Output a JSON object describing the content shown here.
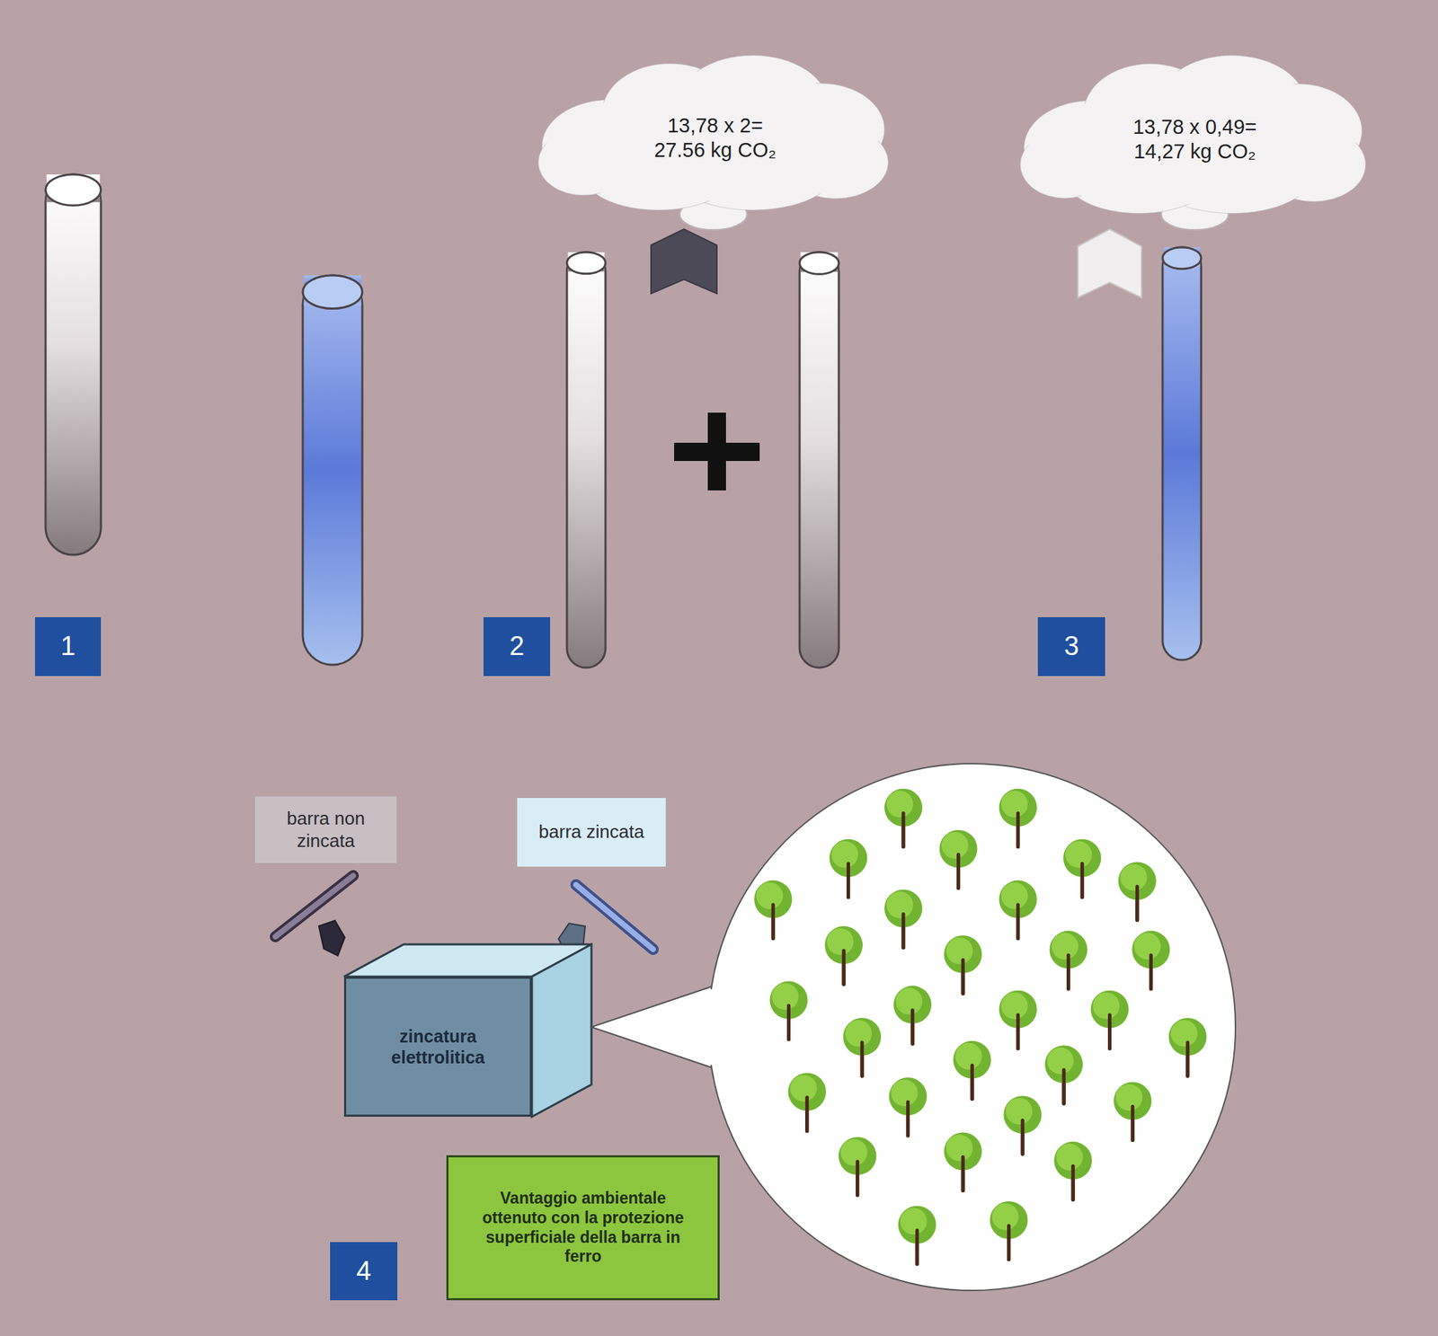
{
  "diagram": {
    "nodes": [
      {
        "text": [
          "13,78 x 2= 27.56 kg CO₂"
        ]
      },
      {
        "text": [
          "13,78 x 0,49= 14,27 kg CO₂"
        ]
      },
      {
        "text": [
          "1"
        ]
      },
      {
        "text": [
          "2"
        ]
      },
      {
        "text": [
          "3"
        ]
      },
      {
        "text": [
          "barra non zincata"
        ]
      },
      {
        "text": [
          "barra zincata"
        ]
      },
      {
        "text": [
          "zincatura elettrolitica"
        ]
      },
      {
        "text": [
          "Vantaggio ambientale ottenuto con la protezione superficiale della barra in ferro"
        ]
      },
      {
        "text": [
          "4"
        ]
      }
    ]
  }
}
